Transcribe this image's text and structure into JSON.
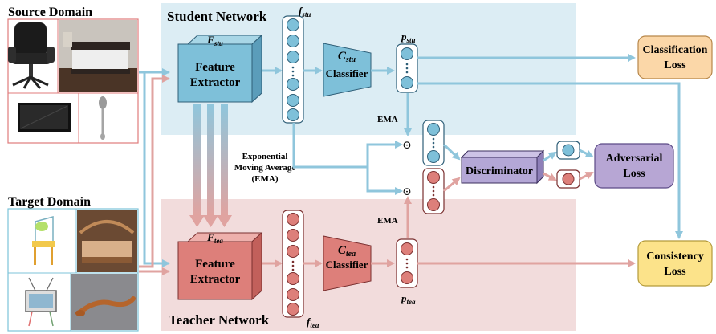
{
  "source": {
    "title": "Source Domain",
    "images": [
      "office-chair",
      "bedroom-bed",
      "flat-tv",
      "spoon"
    ]
  },
  "target": {
    "title": "Target Domain",
    "images": [
      "toy-chair-sketch",
      "wooden-bed",
      "tv-sketch",
      "lizard"
    ]
  },
  "student": {
    "title": "Student Network",
    "extractor_sym": "F",
    "extractor_sub": "stu",
    "extractor_line1": "Feature",
    "extractor_line2": "Extractor",
    "feat_sym": "f",
    "feat_sub": "stu",
    "classifier_sym": "C",
    "classifier_sub": "stu",
    "classifier_label": "Classifier",
    "pred_sym": "p",
    "pred_sub": "stu"
  },
  "teacher": {
    "title": "Teacher Network",
    "extractor_sym": "F",
    "extractor_sub": "tea",
    "extractor_line1": "Feature",
    "extractor_line2": "Extractor",
    "feat_sym": "f",
    "feat_sub": "tea",
    "classifier_sym": "C",
    "classifier_sub": "tea",
    "classifier_label": "Classifier",
    "pred_sym": "p",
    "pred_sub": "tea"
  },
  "ema": {
    "line1": "Exponential",
    "line2": "Moving Average",
    "line3": "(EMA)",
    "short": "EMA"
  },
  "discriminator": {
    "label": "Discriminator"
  },
  "operator": "⊙",
  "losses": {
    "classification_line1": "Classification",
    "classification_line2": "Loss",
    "adversarial_line1": "Adversarial",
    "adversarial_line2": "Loss",
    "consistency_line1": "Consistency",
    "consistency_line2": "Loss"
  },
  "colors": {
    "student_bg": "#dcedf4",
    "teacher_bg": "#f2dcdc",
    "student_box": "#7ec0d9",
    "teacher_box": "#dd7f7a",
    "student_arrow": "#8fc6dc",
    "teacher_arrow": "#e0a3a0",
    "discriminator": "#b4a7d6",
    "classification_loss": "#fbd7a8",
    "adversarial_loss": "#b7a6d4",
    "consistency_loss": "#fce38a"
  }
}
